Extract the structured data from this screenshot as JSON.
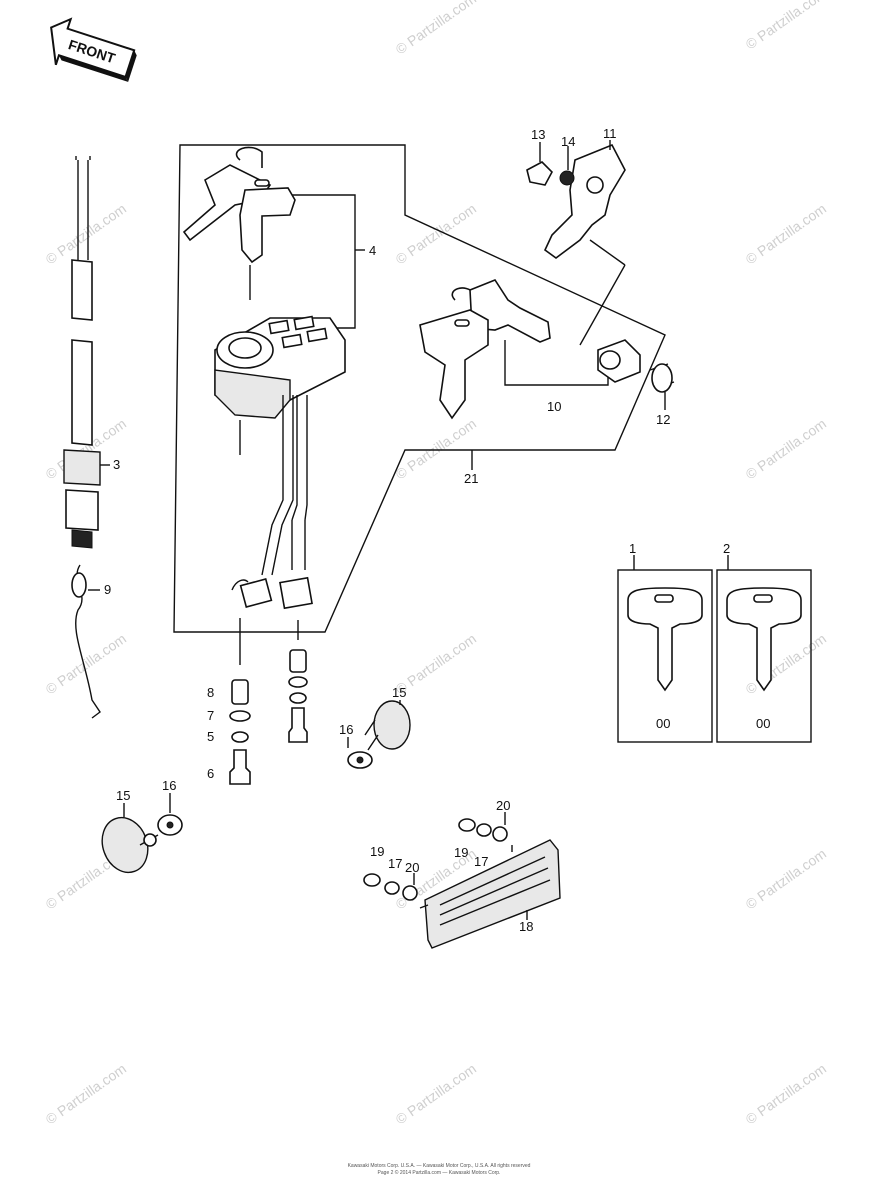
{
  "badge": {
    "text": "FRONT"
  },
  "watermark": "© Partzilla.com",
  "callouts": [
    "1",
    "2",
    "3",
    "4",
    "5",
    "6",
    "7",
    "8",
    "9",
    "10",
    "11",
    "12",
    "13",
    "14",
    "15",
    "15",
    "16",
    "16",
    "17",
    "17",
    "18",
    "19",
    "19",
    "20",
    "20",
    "21"
  ],
  "key_codes": [
    "00",
    "00"
  ],
  "footer": {
    "line1": "Kawasaki Motors Corp. U.S.A. — Kawasaki Motor Corp., U.S.A. All rights reserved",
    "line2": "Page 2 © 2014 Partzilla.com — Kawasaki Motors Corp."
  }
}
